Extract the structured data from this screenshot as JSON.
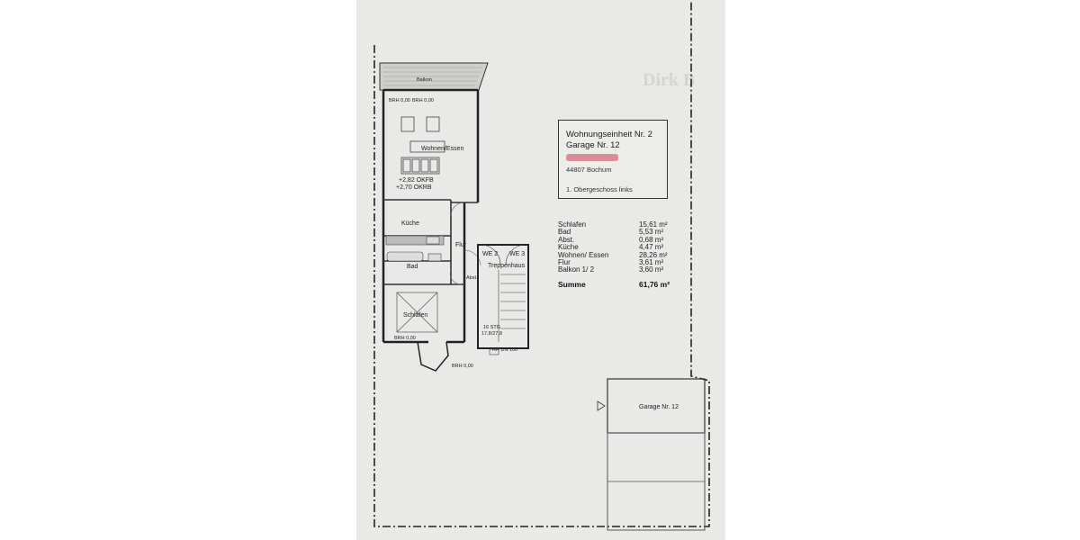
{
  "plan": {
    "balkon": "Balkon",
    "wohnen": "Wohnen/Essen",
    "okfb": "+2,82 OKFB",
    "okrb": "+2,70 OKRB",
    "kueche": "Küche",
    "flur": "Flur",
    "bad": "Bad",
    "abst": "Abst.",
    "schlafen": "Schlafen",
    "we2": "WE 2",
    "we3": "WE 3",
    "treppenhaus": "Treppenhaus",
    "stg": "16 STG",
    "stg2": "17,8/27,8",
    "rr": "RR DN 100",
    "brh1": "BRH 0,00",
    "brh2": "BRH 0,00",
    "brh3": "BRH 0,00",
    "brh4": "BRH 0,00"
  },
  "info": {
    "unit": "Wohnungseinheit Nr. 2",
    "garage": "Garage Nr. 12",
    "city": "44807 Bochum",
    "floor": "1. Obergeschoss links"
  },
  "areas": [
    {
      "name": "Schlafen",
      "value": "15,61 m²"
    },
    {
      "name": "Bad",
      "value": "5,53 m²"
    },
    {
      "name": "Abst.",
      "value": "0,68 m²"
    },
    {
      "name": "Küche",
      "value": "4,47 m²"
    },
    {
      "name": "Wohnen/ Essen",
      "value": "28,26 m²"
    },
    {
      "name": "Flur",
      "value": "3,61 m²"
    },
    {
      "name": "Balkon 1/ 2",
      "value": "3,60 m²"
    }
  ],
  "sum": {
    "label": "Summe",
    "value": "61,76 m²"
  },
  "garage_box": {
    "label": "Garage Nr. 12"
  },
  "ghost_text": "Dirk B"
}
